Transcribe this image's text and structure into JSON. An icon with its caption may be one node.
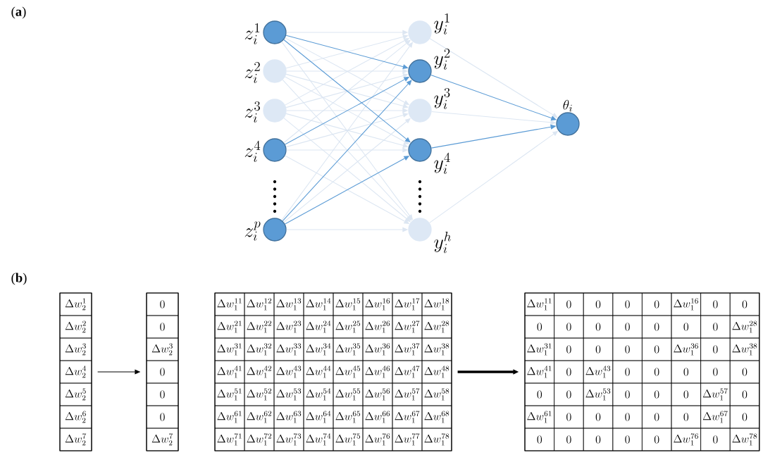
{
  "diagram": {
    "nodes": [
      {
        "text": [],
        "shape": "circle",
        "beside": [
          "z_i^1"
        ]
      },
      {
        "text": [],
        "shape": "circle",
        "beside": [
          "z_i^2"
        ]
      },
      {
        "text": [],
        "shape": "circle",
        "beside": [
          "z_i^3"
        ]
      },
      {
        "text": [],
        "shape": "circle",
        "beside": [
          "z_i^4"
        ]
      },
      {
        "text": [],
        "shape": "circle",
        "beside": [
          "z_i^p"
        ]
      },
      {
        "text": [],
        "shape": "circle",
        "beside": [
          "y_i^1"
        ]
      },
      {
        "text": [],
        "shape": "circle",
        "beside": [
          "y_i^2"
        ]
      },
      {
        "text": [],
        "shape": "circle",
        "beside": [
          "y_i^3"
        ]
      },
      {
        "text": [],
        "shape": "circle",
        "beside": [
          "y_i^4"
        ]
      },
      {
        "text": [],
        "shape": "circle",
        "beside": [
          "y_i^h"
        ]
      },
      {
        "text": [],
        "shape": "circle",
        "beside": [
          "\\theta_i"
        ]
      },
      {
        "text": [
          "\\Delta w_2^1",
          "\\Delta w_2^2",
          "\\Delta w_2^3",
          "\\Delta w_2^4",
          "\\Delta w_2^5",
          "\\Delta w_2^6",
          "\\Delta w_2^7"
        ]
      },
      {
        "text": [
          "0",
          "0",
          "\\Delta w_2^3",
          "0",
          "0",
          "0",
          "\\Delta w_2^7"
        ]
      },
      {
        "text": [
          "\\Delta w_1^{11}",
          "\\Delta w_1^{12}",
          "\\Delta w_1^{13}",
          "\\Delta w_1^{14}",
          "\\Delta w_1^{15}",
          "\\Delta w_1^{16}",
          "\\Delta w_1^{17}",
          "\\Delta w_1^{18}",
          "\\Delta w_1^{21}",
          "\\Delta w_1^{22}",
          "\\Delta w_1^{23}",
          "\\Delta w_1^{24}",
          "\\Delta w_1^{25}",
          "\\Delta w_1^{26}",
          "\\Delta w_1^{27}",
          "\\Delta w_1^{28}",
          "\\Delta w_1^{31}",
          "\\Delta w_1^{32}",
          "\\Delta w_1^{33}",
          "\\Delta w_1^{34}",
          "\\Delta w_1^{35}",
          "\\Delta w_1^{36}",
          "\\Delta w_1^{37}",
          "\\Delta w_1^{38}",
          "\\Delta w_1^{41}",
          "\\Delta w_1^{42}",
          "\\Delta w_1^{43}",
          "\\Delta w_1^{44}",
          "\\Delta w_1^{45}",
          "\\Delta w_1^{46}",
          "\\Delta w_1^{47}",
          "\\Delta w_1^{48}",
          "\\Delta w_1^{51}",
          "\\Delta w_1^{52}",
          "\\Delta w_1^{53}",
          "\\Delta w_1^{54}",
          "\\Delta w_1^{55}",
          "\\Delta w_1^{56}",
          "\\Delta w_1^{57}",
          "\\Delta w_1^{58}",
          "\\Delta w_1^{61}",
          "\\Delta w_1^{62}",
          "\\Delta w_1^{63}",
          "\\Delta w_1^{64}",
          "\\Delta w_1^{65}",
          "\\Delta w_1^{66}",
          "\\Delta w_1^{67}",
          "\\Delta w_1^{68}",
          "\\Delta w_1^{71}",
          "\\Delta w_1^{72}",
          "\\Delta w_1^{73}",
          "\\Delta w_1^{74}",
          "\\Delta w_1^{75}",
          "\\Delta w_1^{76}",
          "\\Delta w_1^{77}",
          "\\Delta w_1^{78}"
        ]
      },
      {
        "text": [
          "\\Delta w_1^{11}",
          "0",
          "0",
          "0",
          "0",
          "\\Delta w_1^{16}",
          "0",
          "0",
          "0",
          "0",
          "0",
          "0",
          "0",
          "0",
          "0",
          "\\Delta w_1^{28}",
          "\\Delta w_1^{31}",
          "0",
          "0",
          "0",
          "0",
          "\\Delta w_1^{36}",
          "0",
          "\\Delta w_1^{38}",
          "\\Delta w_1^{41}",
          "0",
          "\\Delta w_1^{43}",
          "0",
          "0",
          "0",
          "0",
          "0",
          "0",
          "0",
          "\\Delta w_1^{53}",
          "0",
          "0",
          "0",
          "\\Delta w_1^{57}",
          "0",
          "\\Delta w_1^{61}",
          "0",
          "0",
          "0",
          "0",
          "0",
          "\\Delta w_1^{67}",
          "0",
          "0",
          "0",
          "0",
          "0",
          "0",
          "\\Delta w_1^{76}",
          "0",
          "\\Delta w_1^{78}"
        ]
      }
    ],
    "edges": [
      {
        "from": 0,
        "to": 5,
        "arrow": "to"
      },
      {
        "from": 0,
        "to": 6,
        "arrow": "to",
        "color": "#5b9bd5"
      },
      {
        "from": 0,
        "to": 7,
        "arrow": "to"
      },
      {
        "from": 0,
        "to": 8,
        "arrow": "to",
        "color": "#5b9bd5"
      },
      {
        "from": 0,
        "to": 9,
        "arrow": "to"
      },
      {
        "from": 1,
        "to": 5,
        "arrow": "to"
      },
      {
        "from": 1,
        "to": 6,
        "arrow": "to"
      },
      {
        "from": 1,
        "to": 7,
        "arrow": "to"
      },
      {
        "from": 1,
        "to": 8,
        "arrow": "to"
      },
      {
        "from": 1,
        "to": 9,
        "arrow": "to"
      },
      {
        "from": 2,
        "to": 5,
        "arrow": "to"
      },
      {
        "from": 2,
        "to": 6,
        "arrow": "to"
      },
      {
        "from": 2,
        "to": 7,
        "arrow": "to"
      },
      {
        "from": 2,
        "to": 8,
        "arrow": "to"
      },
      {
        "from": 2,
        "to": 9,
        "arrow": "to"
      },
      {
        "from": 3,
        "to": 5,
        "arrow": "to"
      },
      {
        "from": 3,
        "to": 6,
        "arrow": "to",
        "color": "#5b9bd5"
      },
      {
        "from": 3,
        "to": 7,
        "arrow": "to"
      },
      {
        "from": 3,
        "to": 8,
        "arrow": "to"
      },
      {
        "from": 3,
        "to": 9,
        "arrow": "to"
      },
      {
        "from": 4,
        "to": 5,
        "arrow": "to"
      },
      {
        "from": 4,
        "to": 6,
        "arrow": "to",
        "color": "#5b9bd5"
      },
      {
        "from": 4,
        "to": 7,
        "arrow": "to"
      },
      {
        "from": 4,
        "to": 8,
        "arrow": "to",
        "color": "#5b9bd5"
      },
      {
        "from": 4,
        "to": 9,
        "arrow": "to"
      },
      {
        "from": 5,
        "to": 10,
        "arrow": "to"
      },
      {
        "from": 6,
        "to": 10,
        "arrow": "to",
        "color": "#5b9bd5"
      },
      {
        "from": 7,
        "to": 10,
        "arrow": "to"
      },
      {
        "from": 8,
        "to": 10,
        "arrow": "to",
        "color": "#5b9bd5"
      },
      {
        "from": 9,
        "to": 10,
        "arrow": "to"
      },
      {
        "from": 11,
        "to": 12,
        "arrow": "to",
        "color": "#000000"
      },
      {
        "from": 13,
        "to": 14,
        "arrow": "to",
        "color": "#000000",
        "style": "thick"
      }
    ],
    "labels": [
      "(**a**)",
      "(**b**)"
    ]
  }
}
